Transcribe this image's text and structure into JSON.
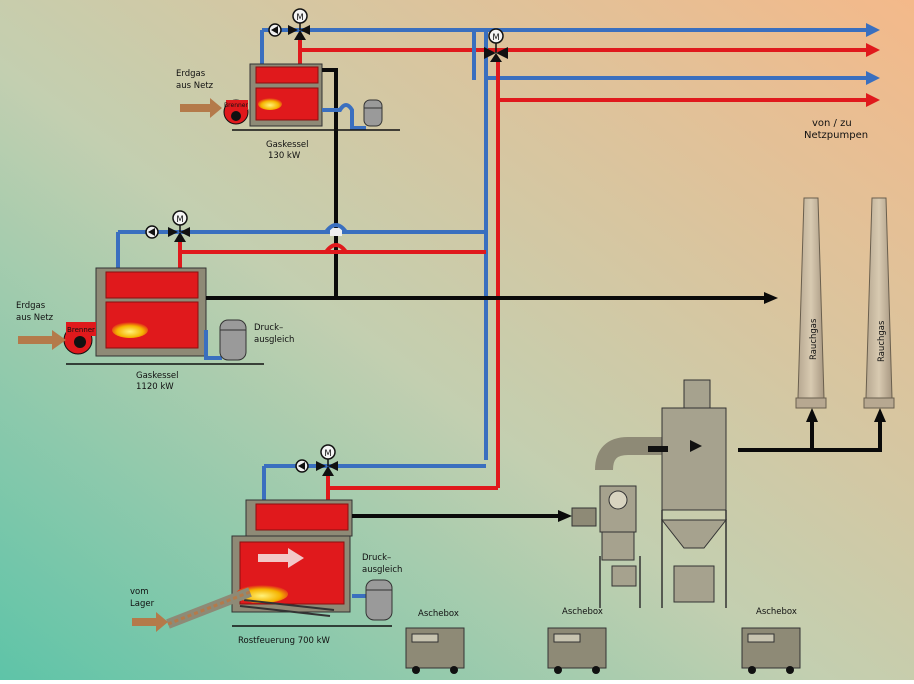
{
  "labels": {
    "gas_in_top": [
      "Erdgas",
      "aus Netz"
    ],
    "gas_in_mid": [
      "Erdgas",
      "aus Netz"
    ],
    "burner_top": "Brenner",
    "burner_mid": "Brenner",
    "boiler_top": [
      "Gaskessel",
      "130 kW"
    ],
    "boiler_mid": [
      "Gaskessel",
      "1120 kW"
    ],
    "boiler_bottom": "Rostfeuerung 700 kW",
    "pressure_mid": [
      "Druck–",
      "ausgleich"
    ],
    "pressure_bottom": [
      "Druck–",
      "ausgleich"
    ],
    "from_storage": [
      "vom",
      "Lager"
    ],
    "network_pumps": [
      "von / zu",
      "Netzpumpen"
    ],
    "chimney_1": "Rauchgas",
    "chimney_2": "Rauchgas",
    "ash_box_1": "Aschebox",
    "ash_box_2": "Aschebox",
    "ash_box_3": "Aschebox",
    "motor_symbol": "M"
  },
  "colors": {
    "supply_pipe": "#e0191c",
    "return_pipe": "#3a6fbf",
    "flue_gas_pipe": "#0a0a0a",
    "boiler_red": "#e0191c",
    "equipment_grey": "#8e8a76",
    "gas_arrow": "#b47a4a"
  }
}
